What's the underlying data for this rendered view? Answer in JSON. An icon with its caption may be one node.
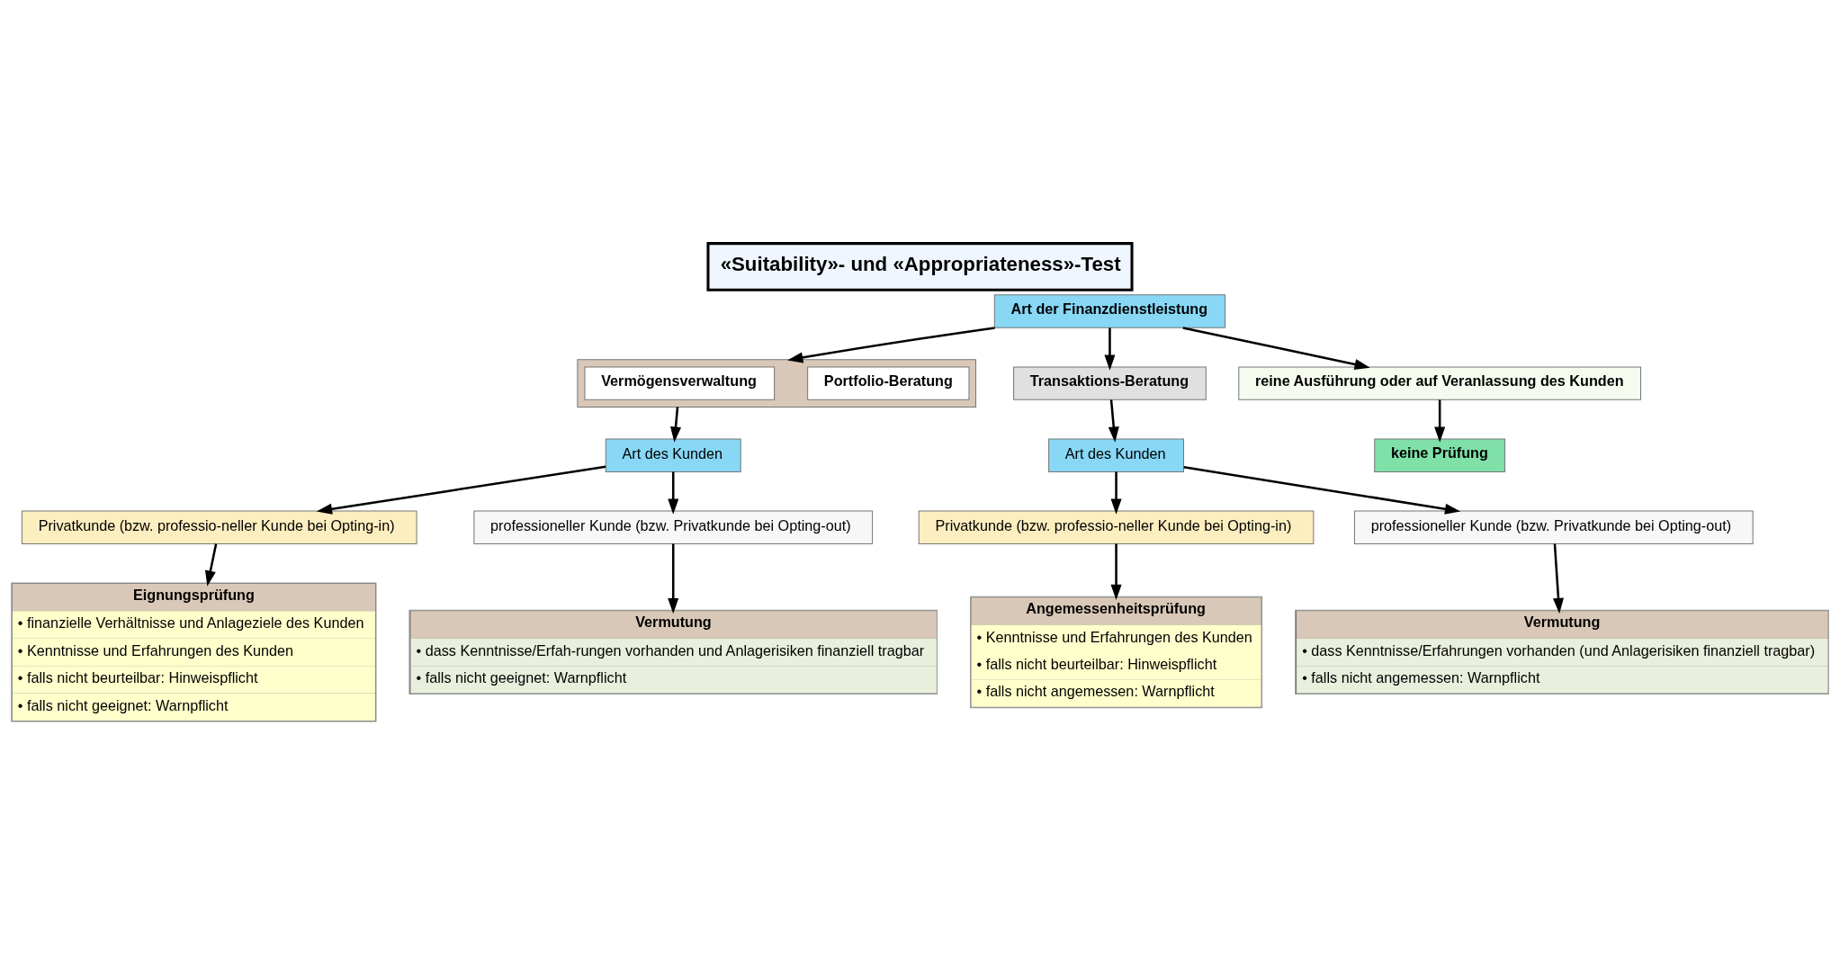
{
  "diagram": {
    "title": "«Suitability»- und «Appropriateness»-Test",
    "nodes": [
      {
        "text": [
          "Art der Finanzdienstleistung"
        ]
      },
      {
        "text": [],
        "shape": "box"
      },
      {
        "text": [
          "Vermögensverwaltung"
        ],
        "in": 1
      },
      {
        "text": [
          "Portfolio-Beratung"
        ],
        "in": 1
      },
      {
        "text": [
          "Transaktions-Beratung"
        ]
      },
      {
        "text": [
          "reine Ausführung oder auf Veranlassung des Kunden"
        ]
      },
      {
        "text": [
          "Art des Kunden"
        ]
      },
      {
        "text": [
          "Privatkunde (bzw. professio-neller Kunde bei Opting-in)"
        ]
      },
      {
        "text": [
          "professioneller Kunde (bzw. Privatkunde bei Opting-out)"
        ]
      },
      {
        "text": [
          "Eignungsprüfung",
          "• finanzielle Verhältnisse und Anlageziele des Kunden",
          "• Kenntnisse und Erfahrungen des Kunden",
          "• falls nicht beurteilbar: Hinweispflicht",
          "• falls nicht geeignet: Warnpflicht"
        ]
      },
      {
        "text": [
          "Vermutung",
          "• dass Kenntnisse/Erfah-rungen vorhanden und Anlagerisiken finanziell tragbar",
          "• falls nicht geeignet: Warnpflicht"
        ]
      },
      {
        "text": [
          "Art des Kunden"
        ]
      },
      {
        "text": [
          "Privatkunde (bzw. professio-neller Kunde bei Opting-in)"
        ]
      },
      {
        "text": [
          "professioneller Kunde (bzw. Privatkunde bei Opting-out)"
        ]
      },
      {
        "text": [
          "Angemessenheitsprüfung",
          "• Kenntnisse und Erfahrungen des Kunden",
          "• falls nicht beurteilbar: Hinweispflicht",
          "• falls nicht angemessen: Warnpflicht"
        ]
      },
      {
        "text": [
          "Vermutung",
          "• dass Kenntnisse/Erfahrungen vorhanden (und Anlagerisiken finanziell tragbar)",
          "• falls nicht angemessen: Warnpflicht"
        ]
      },
      {
        "text": [
          "keine Prüfung"
        ]
      }
    ],
    "edges": [
      {
        "from": 0,
        "to": 1,
        "arrow": "to"
      },
      {
        "from": 0,
        "to": 4,
        "arrow": "to"
      },
      {
        "from": 0,
        "to": 5,
        "arrow": "to"
      },
      {
        "from": 1,
        "to": 6,
        "arrow": "to"
      },
      {
        "from": 6,
        "to": 7,
        "arrow": "to"
      },
      {
        "from": 6,
        "to": 8,
        "arrow": "to"
      },
      {
        "from": 7,
        "to": 9,
        "arrow": "to"
      },
      {
        "from": 8,
        "to": 10,
        "arrow": "to"
      },
      {
        "from": 4,
        "to": 11,
        "arrow": "to"
      },
      {
        "from": 11,
        "to": 12,
        "arrow": "to"
      },
      {
        "from": 11,
        "to": 13,
        "arrow": "to"
      },
      {
        "from": 12,
        "to": 14,
        "arrow": "to"
      },
      {
        "from": 13,
        "to": 15,
        "arrow": "to"
      },
      {
        "from": 5,
        "to": 16,
        "arrow": "to"
      }
    ]
  }
}
